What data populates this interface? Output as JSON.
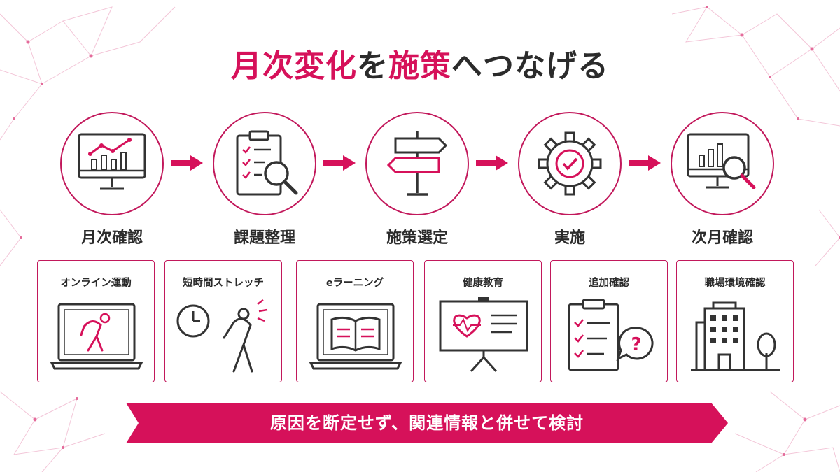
{
  "title": {
    "part1": "月次変化",
    "part2": "を",
    "part3": "施策",
    "part4": "へつなげる"
  },
  "colors": {
    "accent": "#d6115a",
    "accent_dark": "#c2185b",
    "text": "#2b2b2b"
  },
  "steps": [
    {
      "label": "月次確認",
      "icon": "monitor-chart-icon"
    },
    {
      "label": "課題整理",
      "icon": "clipboard-magnifier-icon"
    },
    {
      "label": "施策選定",
      "icon": "signpost-icon"
    },
    {
      "label": "実施",
      "icon": "gear-check-icon"
    },
    {
      "label": "次月確認",
      "icon": "monitor-magnifier-icon"
    }
  ],
  "cards": [
    {
      "label": "オンライン運動",
      "icon": "laptop-exercise-icon"
    },
    {
      "label": "短時間ストレッチ",
      "icon": "clock-stretch-icon"
    },
    {
      "label": "eラーニング",
      "icon": "laptop-book-icon"
    },
    {
      "label": "健康教育",
      "icon": "presentation-heart-icon"
    },
    {
      "label": "追加確認",
      "icon": "checklist-question-icon"
    },
    {
      "label": "職場環境確認",
      "icon": "office-building-icon"
    }
  ],
  "banner": {
    "text": "原因を断定せず、関連情報と併せて検討"
  }
}
